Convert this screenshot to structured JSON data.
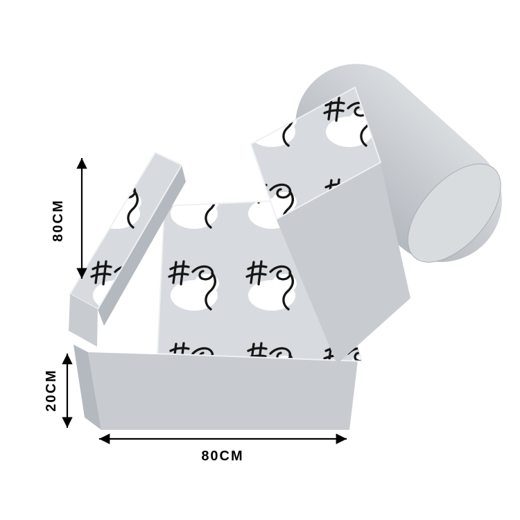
{
  "description": "Gray folding sofa cushion with abstract line-art face print fabric, bolster pillow on top, shown on white background with dimension arrows",
  "colors": {
    "background": "#ffffff",
    "fabric_gray": "#c8ccd1",
    "fabric_gray_dark": "#b4b9bf",
    "fabric_gray_light": "#d9dcdf",
    "pattern_background": "#d7dade",
    "pattern_blob": "#ffffff",
    "pattern_line": "#161616",
    "dimension_color": "#000000"
  },
  "annotations": {
    "side_length_label": "80CM",
    "base_height_label": "20CM",
    "width_label": "80CM"
  },
  "product": {
    "fabric_pattern": "abstract face line art on white patches"
  }
}
